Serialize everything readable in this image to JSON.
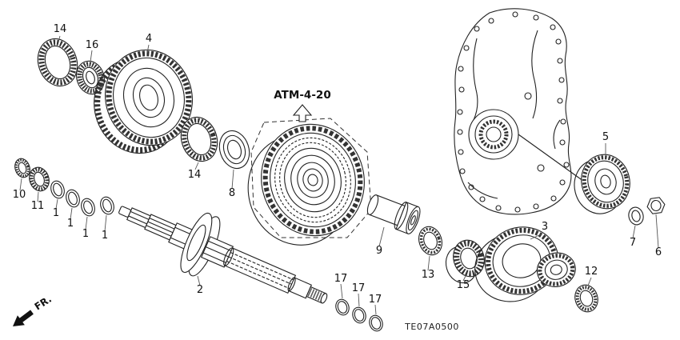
{
  "diagram": {
    "reference_label": "ATM-4-20",
    "direction_label": "FR.",
    "drawing_code": "TE07A0500",
    "line_color": "#222222",
    "background_color": "#ffffff",
    "callouts": [
      {
        "part": "14"
      },
      {
        "part": "16"
      },
      {
        "part": "4"
      },
      {
        "part": "14"
      },
      {
        "part": "8"
      },
      {
        "part": "10"
      },
      {
        "part": "11"
      },
      {
        "part": "1"
      },
      {
        "part": "1"
      },
      {
        "part": "1"
      },
      {
        "part": "1"
      },
      {
        "part": "2"
      },
      {
        "part": "17"
      },
      {
        "part": "17"
      },
      {
        "part": "17"
      },
      {
        "part": "9"
      },
      {
        "part": "13"
      },
      {
        "part": "15"
      },
      {
        "part": "3"
      },
      {
        "part": "5"
      },
      {
        "part": "7"
      },
      {
        "part": "6"
      },
      {
        "part": "12"
      }
    ]
  }
}
